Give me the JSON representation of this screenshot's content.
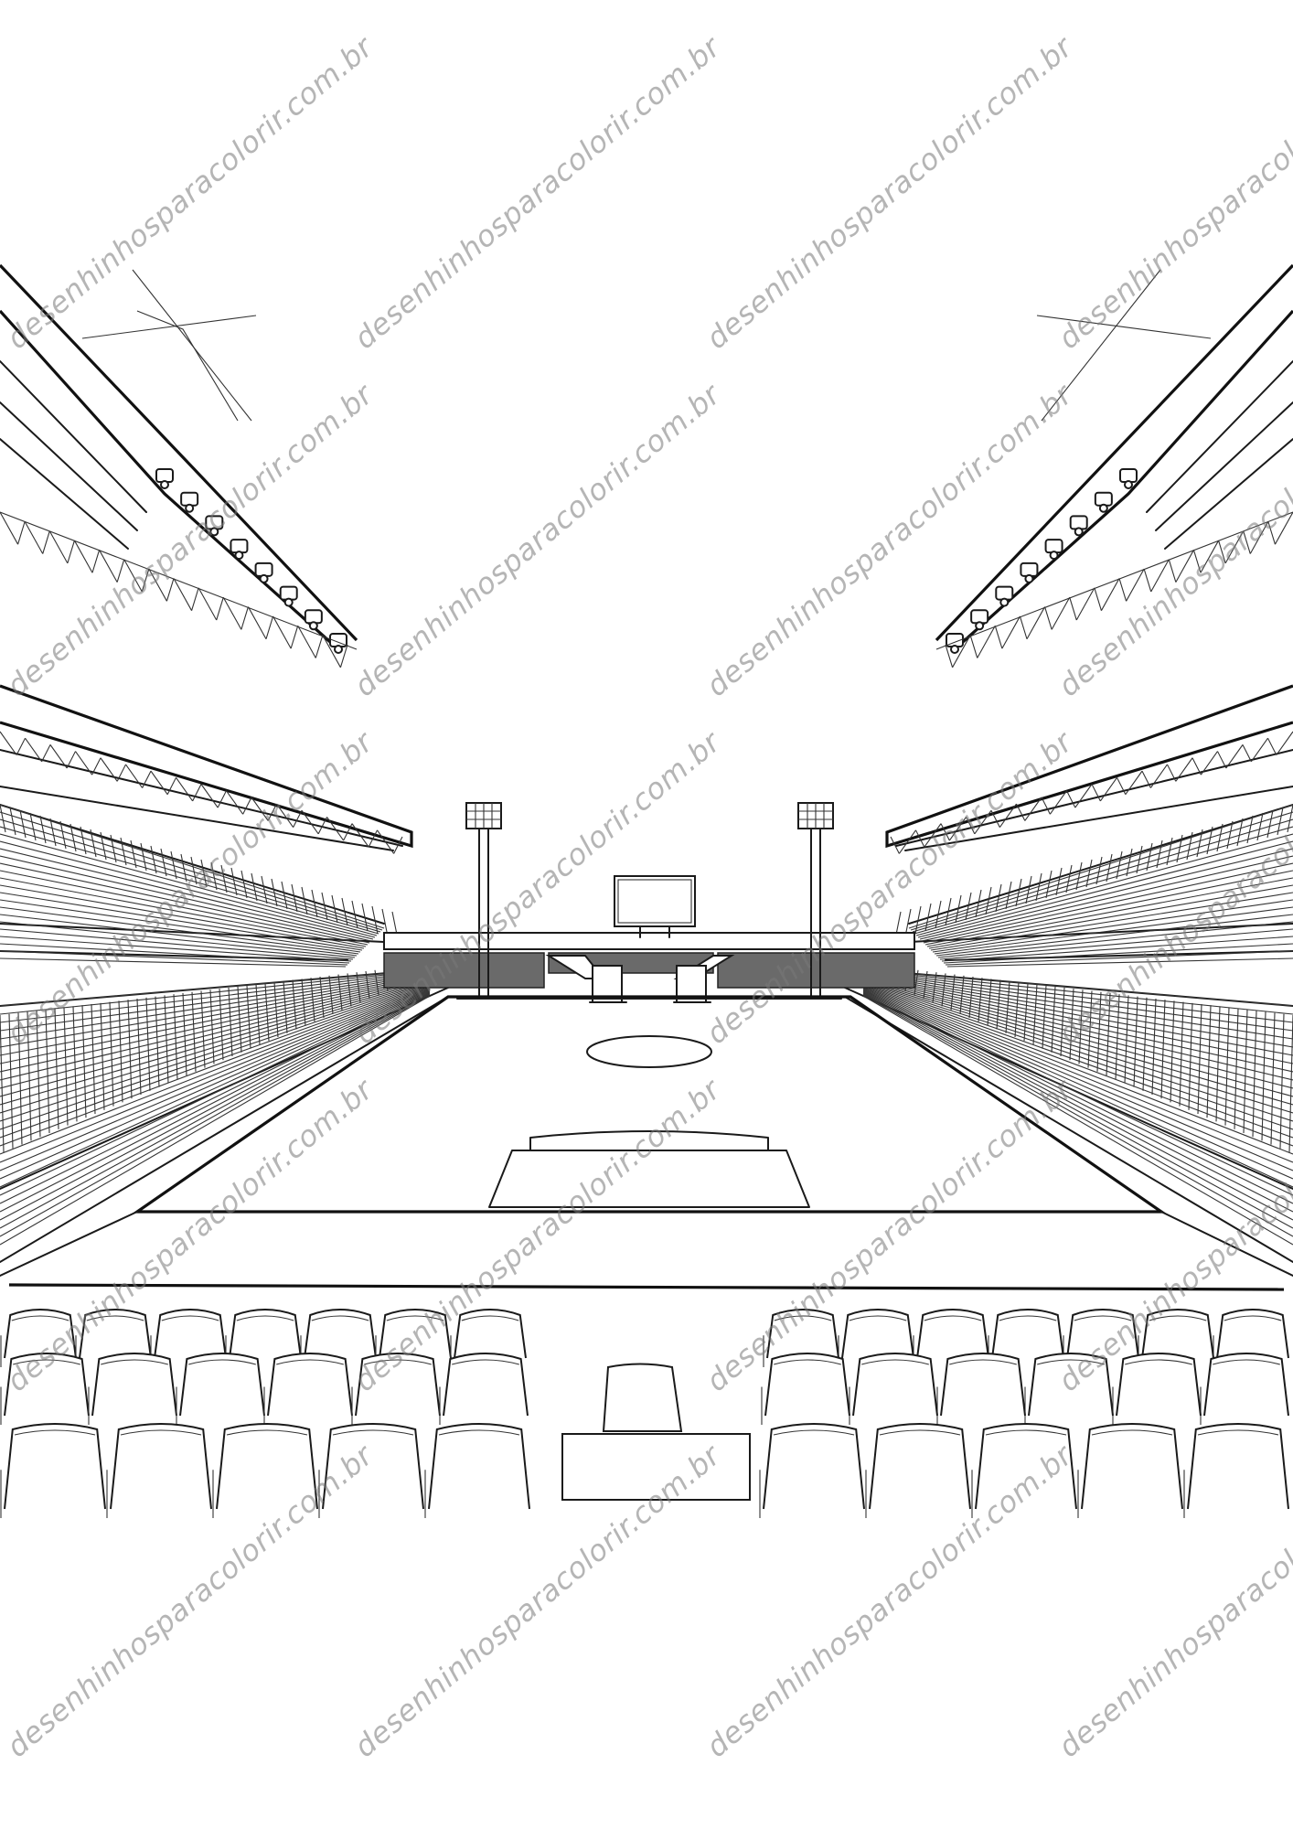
{
  "image": {
    "subject": "stadium-coloring-page",
    "style": "black line art on white"
  },
  "watermark": {
    "text": "desenhinhosparacolorir.com.br",
    "color": "#787878"
  },
  "colors": {
    "line": "#1a1a1a",
    "background": "#ffffff",
    "shaded_wall": "#6a6a6a"
  }
}
